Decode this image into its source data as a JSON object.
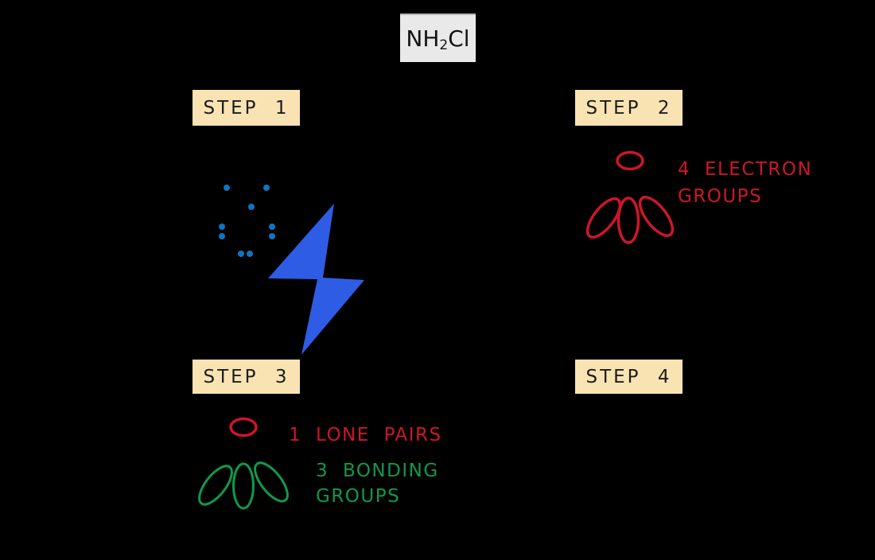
{
  "molecule": {
    "formula": "NH2Cl",
    "formula_base": "NH",
    "formula_sub": "2",
    "formula_rest": "Cl"
  },
  "steps": {
    "step1": "STEP 1",
    "step2": "STEP 2",
    "step3": "STEP 3",
    "step4": "STEP 4"
  },
  "annotations": {
    "electron_groups_line1": "4 ELECTRON",
    "electron_groups_line2": "GROUPS",
    "lone_pairs": "1 LONE PAIRS",
    "bonding_groups_line1": "3 BONDING",
    "bonding_groups_line2": "GROUPS"
  },
  "diagram": {
    "visible_electron_dots": 9,
    "electron_group_ellipses": 4,
    "lone_pair_ellipses": 1,
    "bonding_group_ellipses": 3
  },
  "colors": {
    "background": "#000000",
    "step_box_fill": "#fae3b3",
    "step_box_text": "#1c1c1c",
    "formula_box_fill": "#e9e9e9",
    "formula_box_top_edge": "#b9b9b9",
    "formula_text": "#141414",
    "red": "#ce1627",
    "green": "#10994c",
    "bolt_blue": "#2e5ce4",
    "dot_blue": "#1173c2"
  }
}
